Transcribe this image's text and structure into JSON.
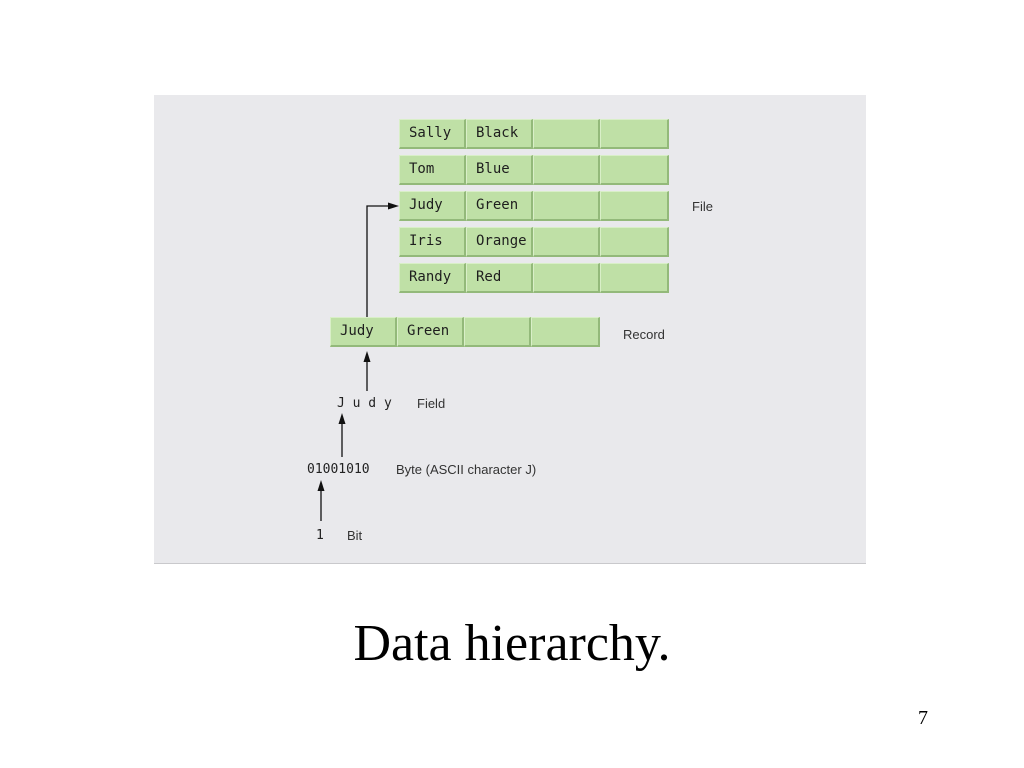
{
  "diagram": {
    "file_records": [
      {
        "field1": "Sally",
        "field2": "Black"
      },
      {
        "field1": "Tom",
        "field2": "Blue"
      },
      {
        "field1": "Judy",
        "field2": "Green"
      },
      {
        "field1": "Iris",
        "field2": "Orange"
      },
      {
        "field1": "Randy",
        "field2": "Red"
      }
    ],
    "file_label": "File",
    "record": {
      "field1": "Judy",
      "field2": "Green"
    },
    "record_label": "Record",
    "field_text": "J u d y",
    "field_label": "Field",
    "byte_text": "01001010",
    "byte_label": "Byte (ASCII character J)",
    "bit_text": "1",
    "bit_label": "Bit"
  },
  "slide": {
    "caption": "Data hierarchy.",
    "page_number": "7"
  }
}
